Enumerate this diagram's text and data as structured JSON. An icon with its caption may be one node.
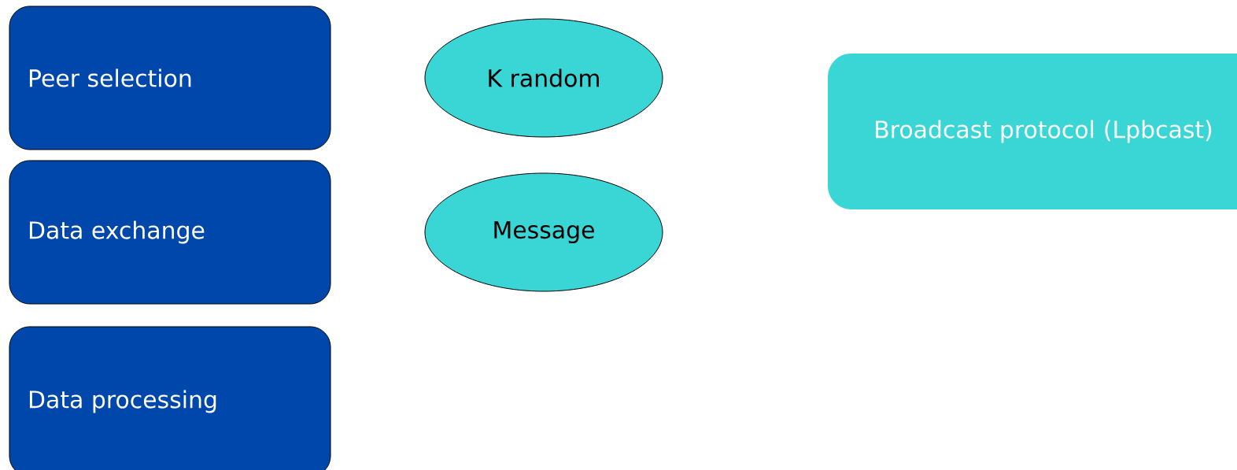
{
  "diagram": {
    "nodes": [
      {
        "text": [
          "Peer selection"
        ]
      },
      {
        "text": [
          "Data exchange"
        ]
      },
      {
        "text": [
          "Data processing"
        ]
      },
      {
        "text": [
          "K random"
        ]
      },
      {
        "text": [
          "Message"
        ]
      },
      {
        "text": [
          "Broadcast protocol (Lpbcast)"
        ]
      }
    ]
  }
}
